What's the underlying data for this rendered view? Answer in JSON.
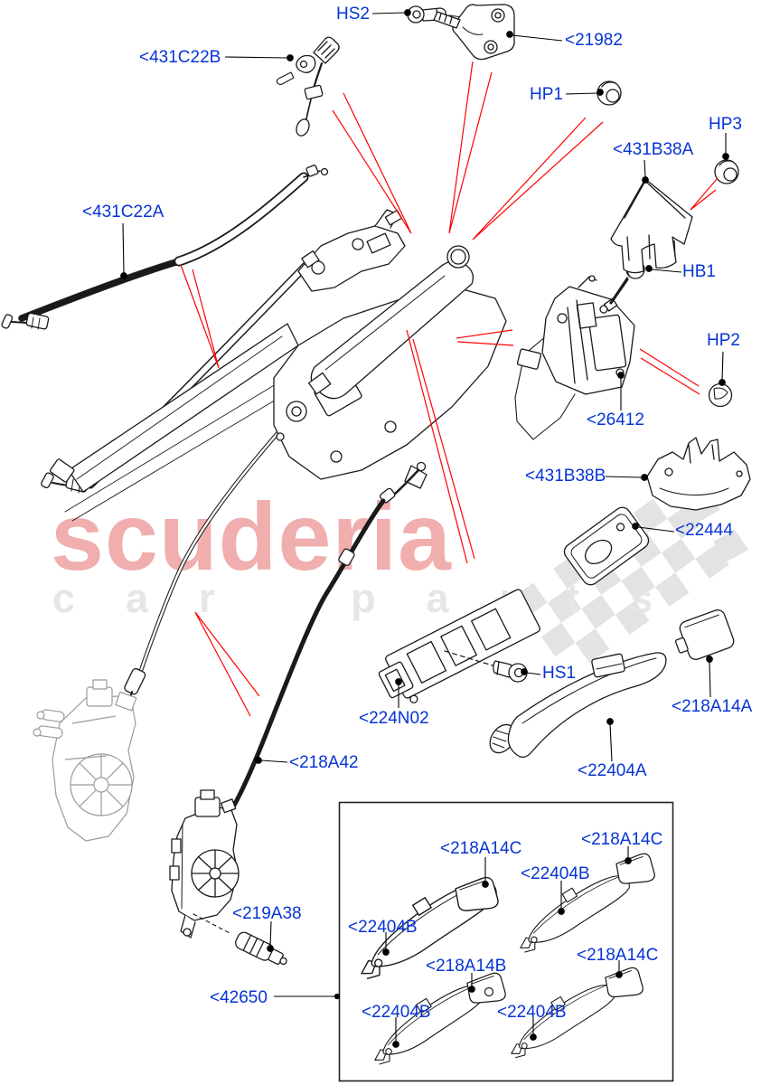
{
  "watermark": {
    "brand": "scuderia",
    "tagline": "car parts",
    "brand_color": "#f0aeae",
    "tagline_color": "#e6e6e6"
  },
  "colors": {
    "label_blue": "#0634d6",
    "pointer_red": "#ff0000",
    "line_black": "#1a1a1a",
    "ghost_gray": "#9b9b9b"
  },
  "labels": {
    "hs2": {
      "text": "HS2"
    },
    "c431c22b": {
      "text": "<431C22B"
    },
    "p21982": {
      "text": "<21982"
    },
    "hp1": {
      "text": "HP1"
    },
    "hp3": {
      "text": "HP3"
    },
    "b431b38a": {
      "text": "<431B38A"
    },
    "c431c22a": {
      "text": "<431C22A"
    },
    "hb1": {
      "text": "HB1"
    },
    "hp2": {
      "text": "HP2"
    },
    "p26412": {
      "text": "<26412"
    },
    "b431b38b": {
      "text": "<431B38B"
    },
    "p22444": {
      "text": "<22444"
    },
    "a218a14a": {
      "text": "<218A14A"
    },
    "hs1": {
      "text": "HS1"
    },
    "p224n02": {
      "text": "<224N02"
    },
    "p22404a": {
      "text": "<22404A"
    },
    "p218a42": {
      "text": "<218A42"
    },
    "p219a38": {
      "text": "<219A38"
    },
    "p42650": {
      "text": "<42650"
    },
    "a14c_top": {
      "text": "<218A14C"
    },
    "a14c_right": {
      "text": "<218A14C"
    },
    "b22404_tr": {
      "text": "<22404B"
    },
    "b22404_tl": {
      "text": "<22404B"
    },
    "a14b": {
      "text": "<218A14B"
    },
    "a14c_bottom": {
      "text": "<218A14C"
    },
    "b22404_bl": {
      "text": "<22404B"
    },
    "b22404_bm": {
      "text": "<22404B"
    }
  }
}
